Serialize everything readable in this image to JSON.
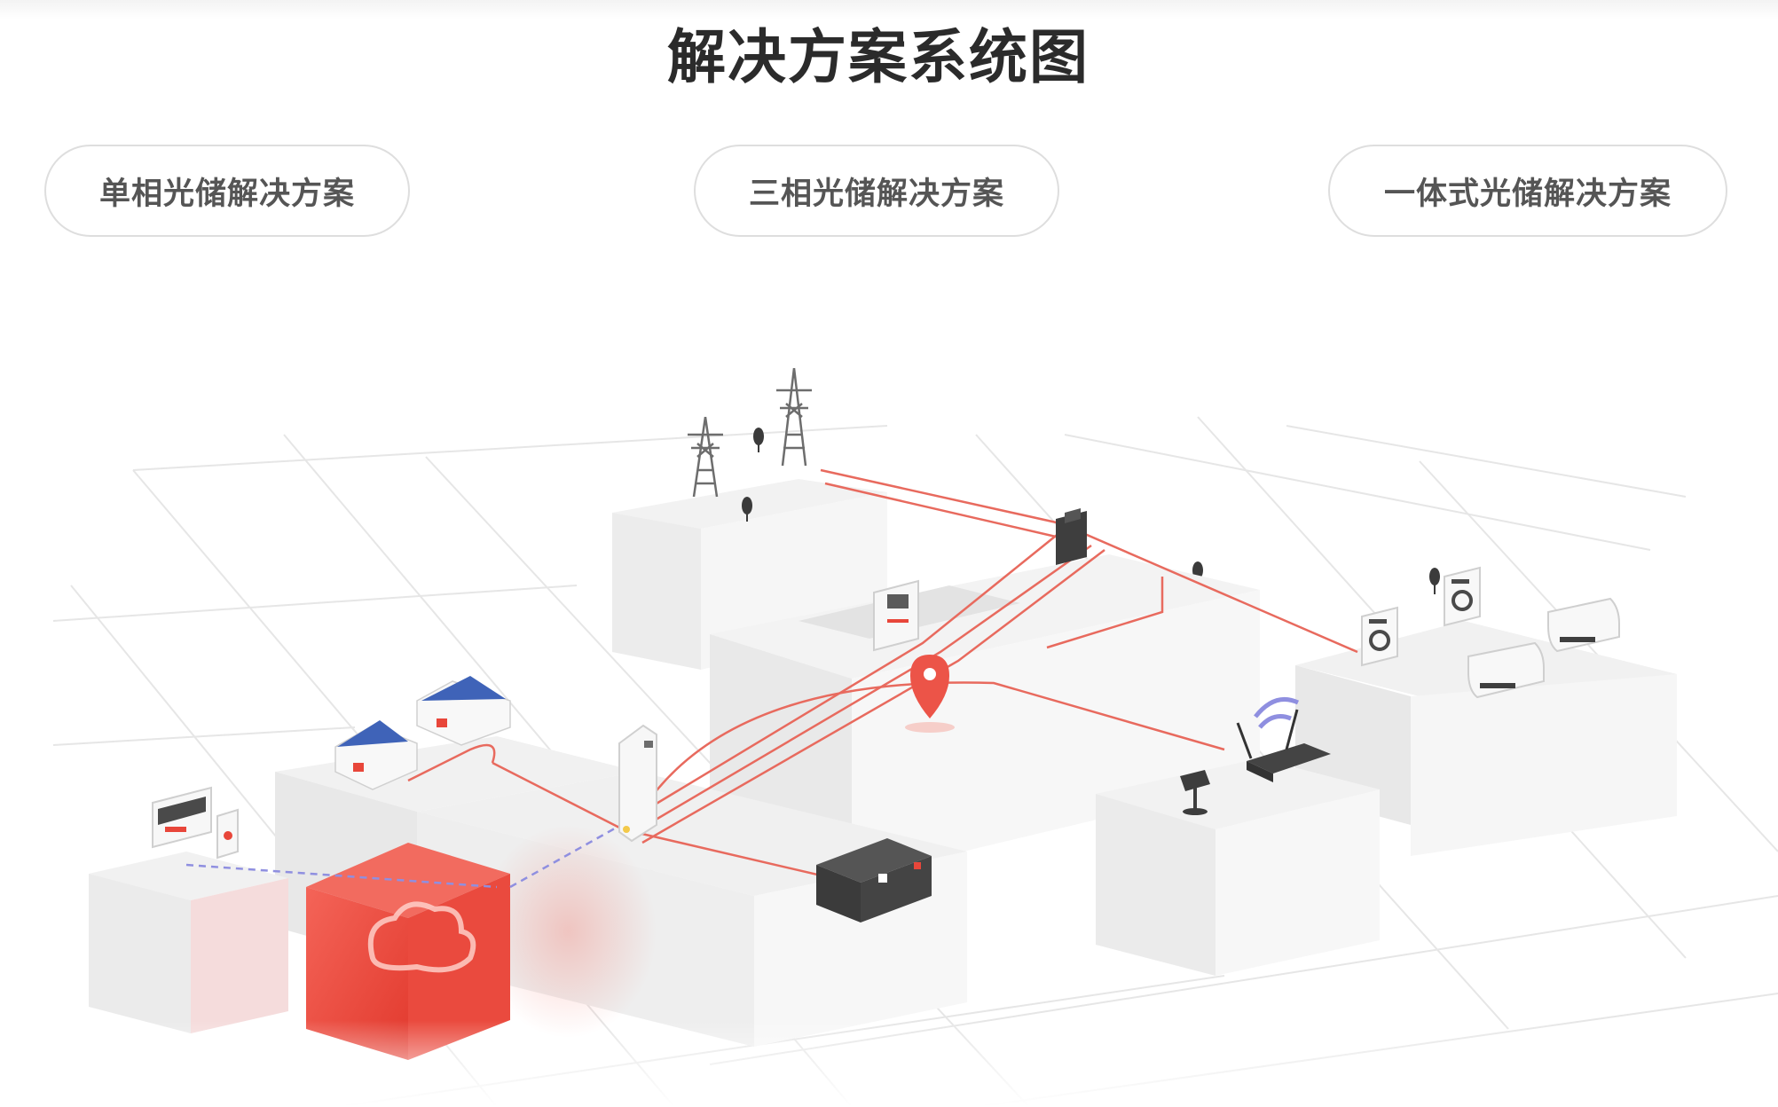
{
  "page": {
    "title": "解决方案系统图"
  },
  "tabs": [
    {
      "label": "单相光储解决方案"
    },
    {
      "label": "三相光储解决方案"
    },
    {
      "label": "一体式光储解决方案"
    }
  ],
  "diagram": {
    "accent_color": "#e8463a",
    "line_color": "#e86a5e",
    "link_color": "#8f8fe0",
    "icons": [
      "transmission-tower-icon",
      "grid-meter-icon",
      "location-pin-icon",
      "inverter-icon",
      "house-solar-icon",
      "monitor-icon",
      "cloud-icon",
      "battery-icon",
      "router-wifi-icon",
      "washing-machine-icon",
      "air-conditioner-icon",
      "lamp-icon"
    ]
  }
}
